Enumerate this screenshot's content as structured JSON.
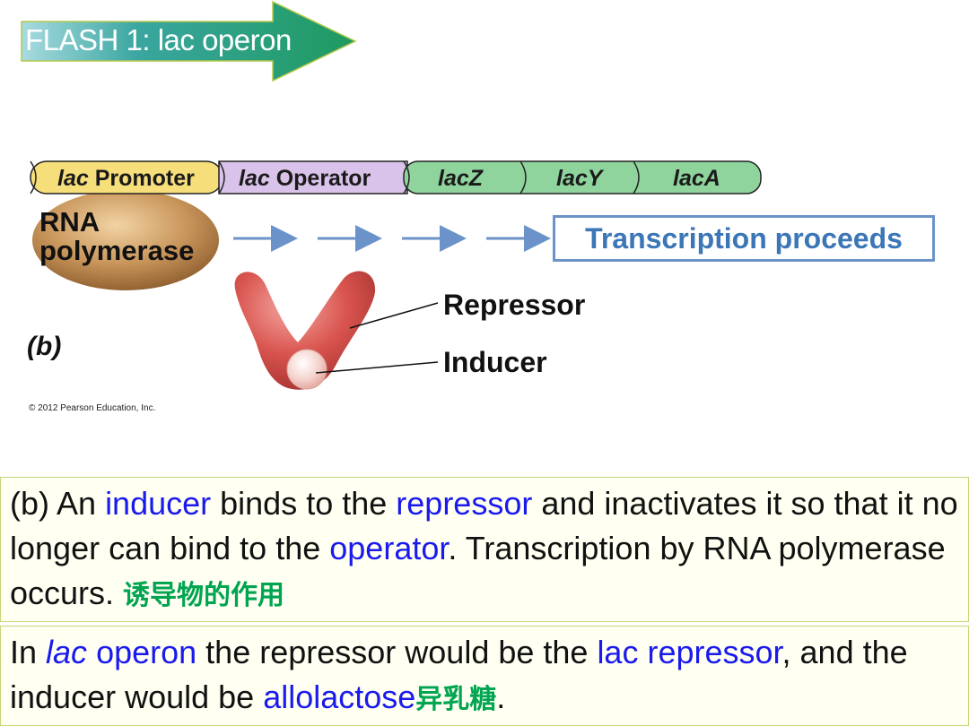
{
  "banner": {
    "title": "FLASH 1: lac operon"
  },
  "diagram": {
    "genes": [
      {
        "prefix": "lac",
        "rest": " Promoter"
      },
      {
        "prefix": "lac",
        "rest": " Operator"
      },
      {
        "prefix": "lacZ",
        "rest": ""
      },
      {
        "prefix": "lacY",
        "rest": ""
      },
      {
        "prefix": "lacA",
        "rest": ""
      }
    ],
    "rna_polymerase": "RNA\npolymerase",
    "transcription": "Transcription proceeds",
    "repressor": "Repressor",
    "inducer": "Inducer",
    "panel": "(b)",
    "copyright": "© 2012 Pearson Education, Inc."
  },
  "caption1": {
    "p1": "(b) An ",
    "inducer": "inducer",
    "p2": " binds to the ",
    "repressor": "repressor",
    "p3": " and inactivates it so that it no longer can bind to the ",
    "operator": "operator",
    "p4": ". Transcription by RNA polymerase occurs. ",
    "chinese": "诱导物的作用"
  },
  "caption2": {
    "p1": "In ",
    "lac": "lac",
    "operon": " operon",
    "p2": " the repressor would be the ",
    "lac_repressor": "lac repressor",
    "p3": ", and the inducer would be ",
    "allolactose": "allolactose",
    "chinese": "异乳糖",
    "p4": "."
  },
  "colors": {
    "banner_fill": "#1e9a5f",
    "promoter": "#f6de7a",
    "operator": "#d9c3ea",
    "genes": "#8fd49d",
    "arrow": "#6b93c9",
    "repressor": "#d9544f",
    "polymerase": "#c8955a",
    "highlight_blue": "#1a1aee",
    "chinese_green": "#00a550"
  }
}
